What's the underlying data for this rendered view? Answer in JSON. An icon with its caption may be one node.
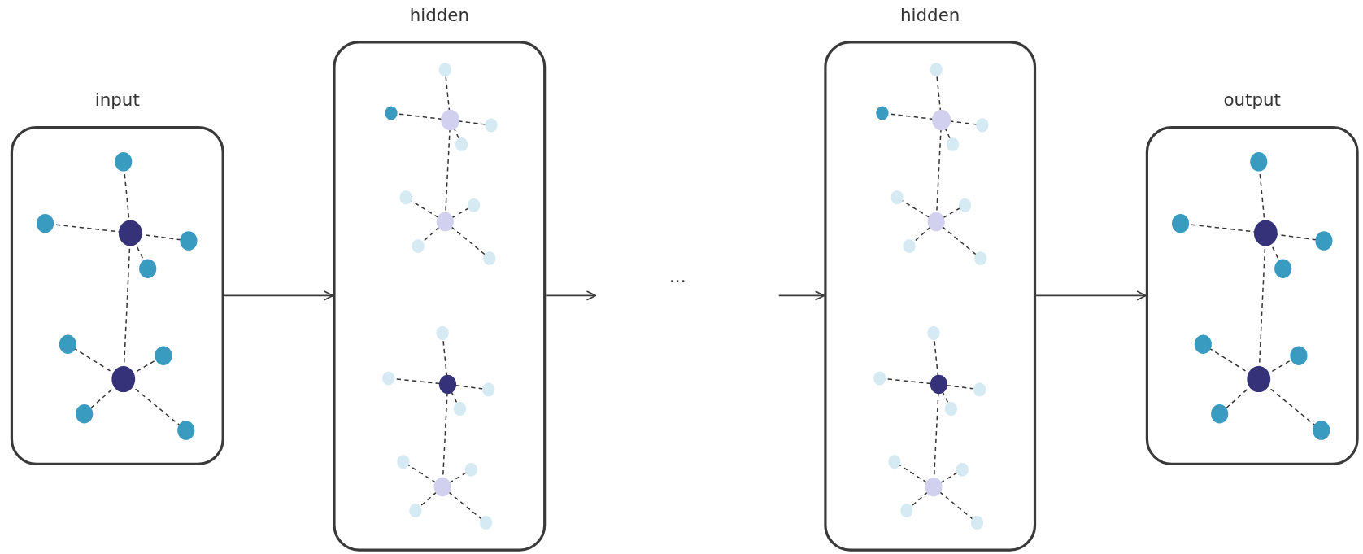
{
  "diagram": {
    "nodes": [
      {
        "text": [
          "input"
        ]
      },
      {
        "text": [
          "hidden"
        ]
      },
      {
        "text": [
          "hidden"
        ]
      },
      {
        "text": [
          "output"
        ]
      }
    ],
    "edges": [
      {
        "from": 0,
        "to": 1,
        "arrow": "to"
      },
      {
        "from": 1,
        "to": null,
        "arrow": "to"
      },
      {
        "from": null,
        "to": 2,
        "arrow": "to"
      },
      {
        "from": 2,
        "to": 3,
        "arrow": "to"
      }
    ],
    "labels": [
      "..."
    ]
  }
}
